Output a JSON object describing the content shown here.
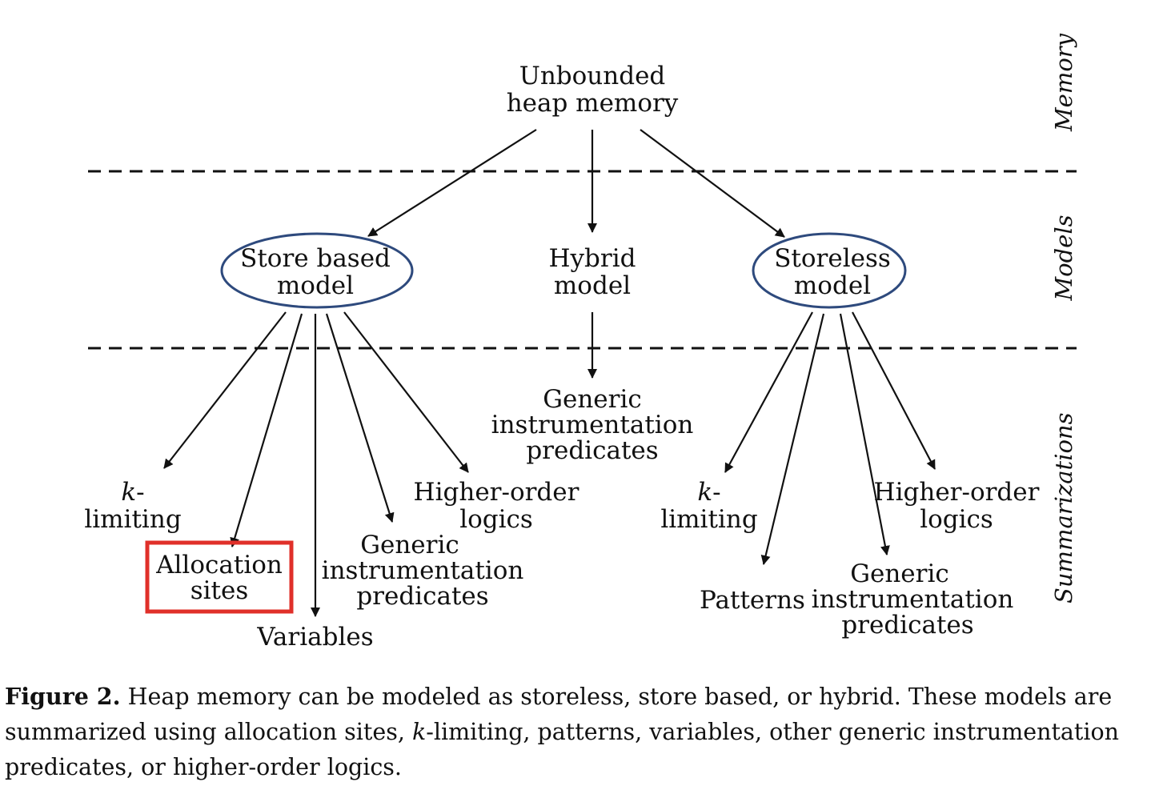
{
  "bands": {
    "memory": "Memory",
    "models": "Models",
    "summarizations": "Summarizations"
  },
  "nodes": {
    "root": [
      "Unbounded",
      "heap memory"
    ],
    "store_based": [
      "Store based",
      "model"
    ],
    "hybrid": [
      "Hybrid",
      "model"
    ],
    "storeless": [
      "Storeless",
      "model"
    ],
    "sb_k": {
      "k": "k",
      "rest": "-",
      "line2": "limiting"
    },
    "sb_alloc": [
      "Allocation",
      "sites"
    ],
    "sb_variables": "Variables",
    "sb_generic": [
      "Generic",
      "instrumentation",
      "predicates"
    ],
    "sb_higher": [
      "Higher-order",
      "logics"
    ],
    "hy_generic": [
      "Generic",
      "instrumentation",
      "predicates"
    ],
    "sl_k": {
      "k": "k",
      "rest": "-",
      "line2": "limiting"
    },
    "sl_patterns": "Patterns",
    "sl_generic": [
      "Generic",
      "instrumentation",
      "predicates"
    ],
    "sl_higher": [
      "Higher-order",
      "logics"
    ]
  },
  "caption": {
    "label": "Figure 2.",
    "text_before_k": " Heap memory can be modeled as storeless, store based, or hybrid.  These models are summarized using allocation sites, ",
    "k": "k",
    "text_after_k": "-limiting, patterns, variables, other generic instrumentation predicates, or higher-order logics."
  },
  "colors": {
    "ellipse": "#2e4a7d",
    "highlight": "#e0302a",
    "line": "#111111"
  }
}
